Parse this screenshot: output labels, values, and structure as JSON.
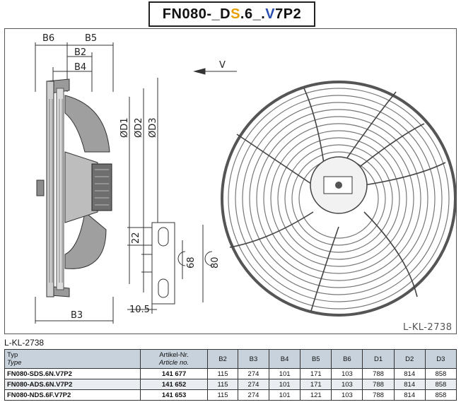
{
  "title": {
    "part1": "FN080-_ ",
    "d": "D",
    "s": "S",
    "part2": ".6_.",
    "v": "V",
    "part3": "7P2"
  },
  "colors": {
    "s_accent": "#e8a000",
    "v_accent": "#2a4fb0",
    "header_bg": "#c7d2dc",
    "row_alt": "#e9edf1"
  },
  "drawing": {
    "dims_top": [
      "B6",
      "B5",
      "B2",
      "B4"
    ],
    "dims_diam": [
      "ØD1",
      "ØD2",
      "ØD3"
    ],
    "dim_bottom": "B3",
    "view_label": "V",
    "bracket_dims": [
      "22",
      "68",
      "80",
      "10.5"
    ]
  },
  "ref_left": "L-KL-2738",
  "ref_right": "L-KL-2738",
  "table": {
    "type_header": "Typ",
    "type_header_sub": "Type",
    "art_header": "Artikel-Nr.",
    "art_header_sub": "Article no.",
    "columns": [
      "B2",
      "B3",
      "B4",
      "B5",
      "B6",
      "D1",
      "D2",
      "D3"
    ],
    "rows": [
      {
        "type": "FN080-SDS.6N.V7P2",
        "art": "141 677",
        "vals": [
          "115",
          "274",
          "101",
          "171",
          "103",
          "788",
          "814",
          "858"
        ]
      },
      {
        "type": "FN080-ADS.6N.V7P2",
        "art": "141 652",
        "vals": [
          "115",
          "274",
          "101",
          "171",
          "103",
          "788",
          "814",
          "858"
        ]
      },
      {
        "type": "FN080-NDS.6F.V7P2",
        "art": "141 653",
        "vals": [
          "115",
          "274",
          "101",
          "121",
          "103",
          "788",
          "814",
          "858"
        ]
      }
    ]
  }
}
